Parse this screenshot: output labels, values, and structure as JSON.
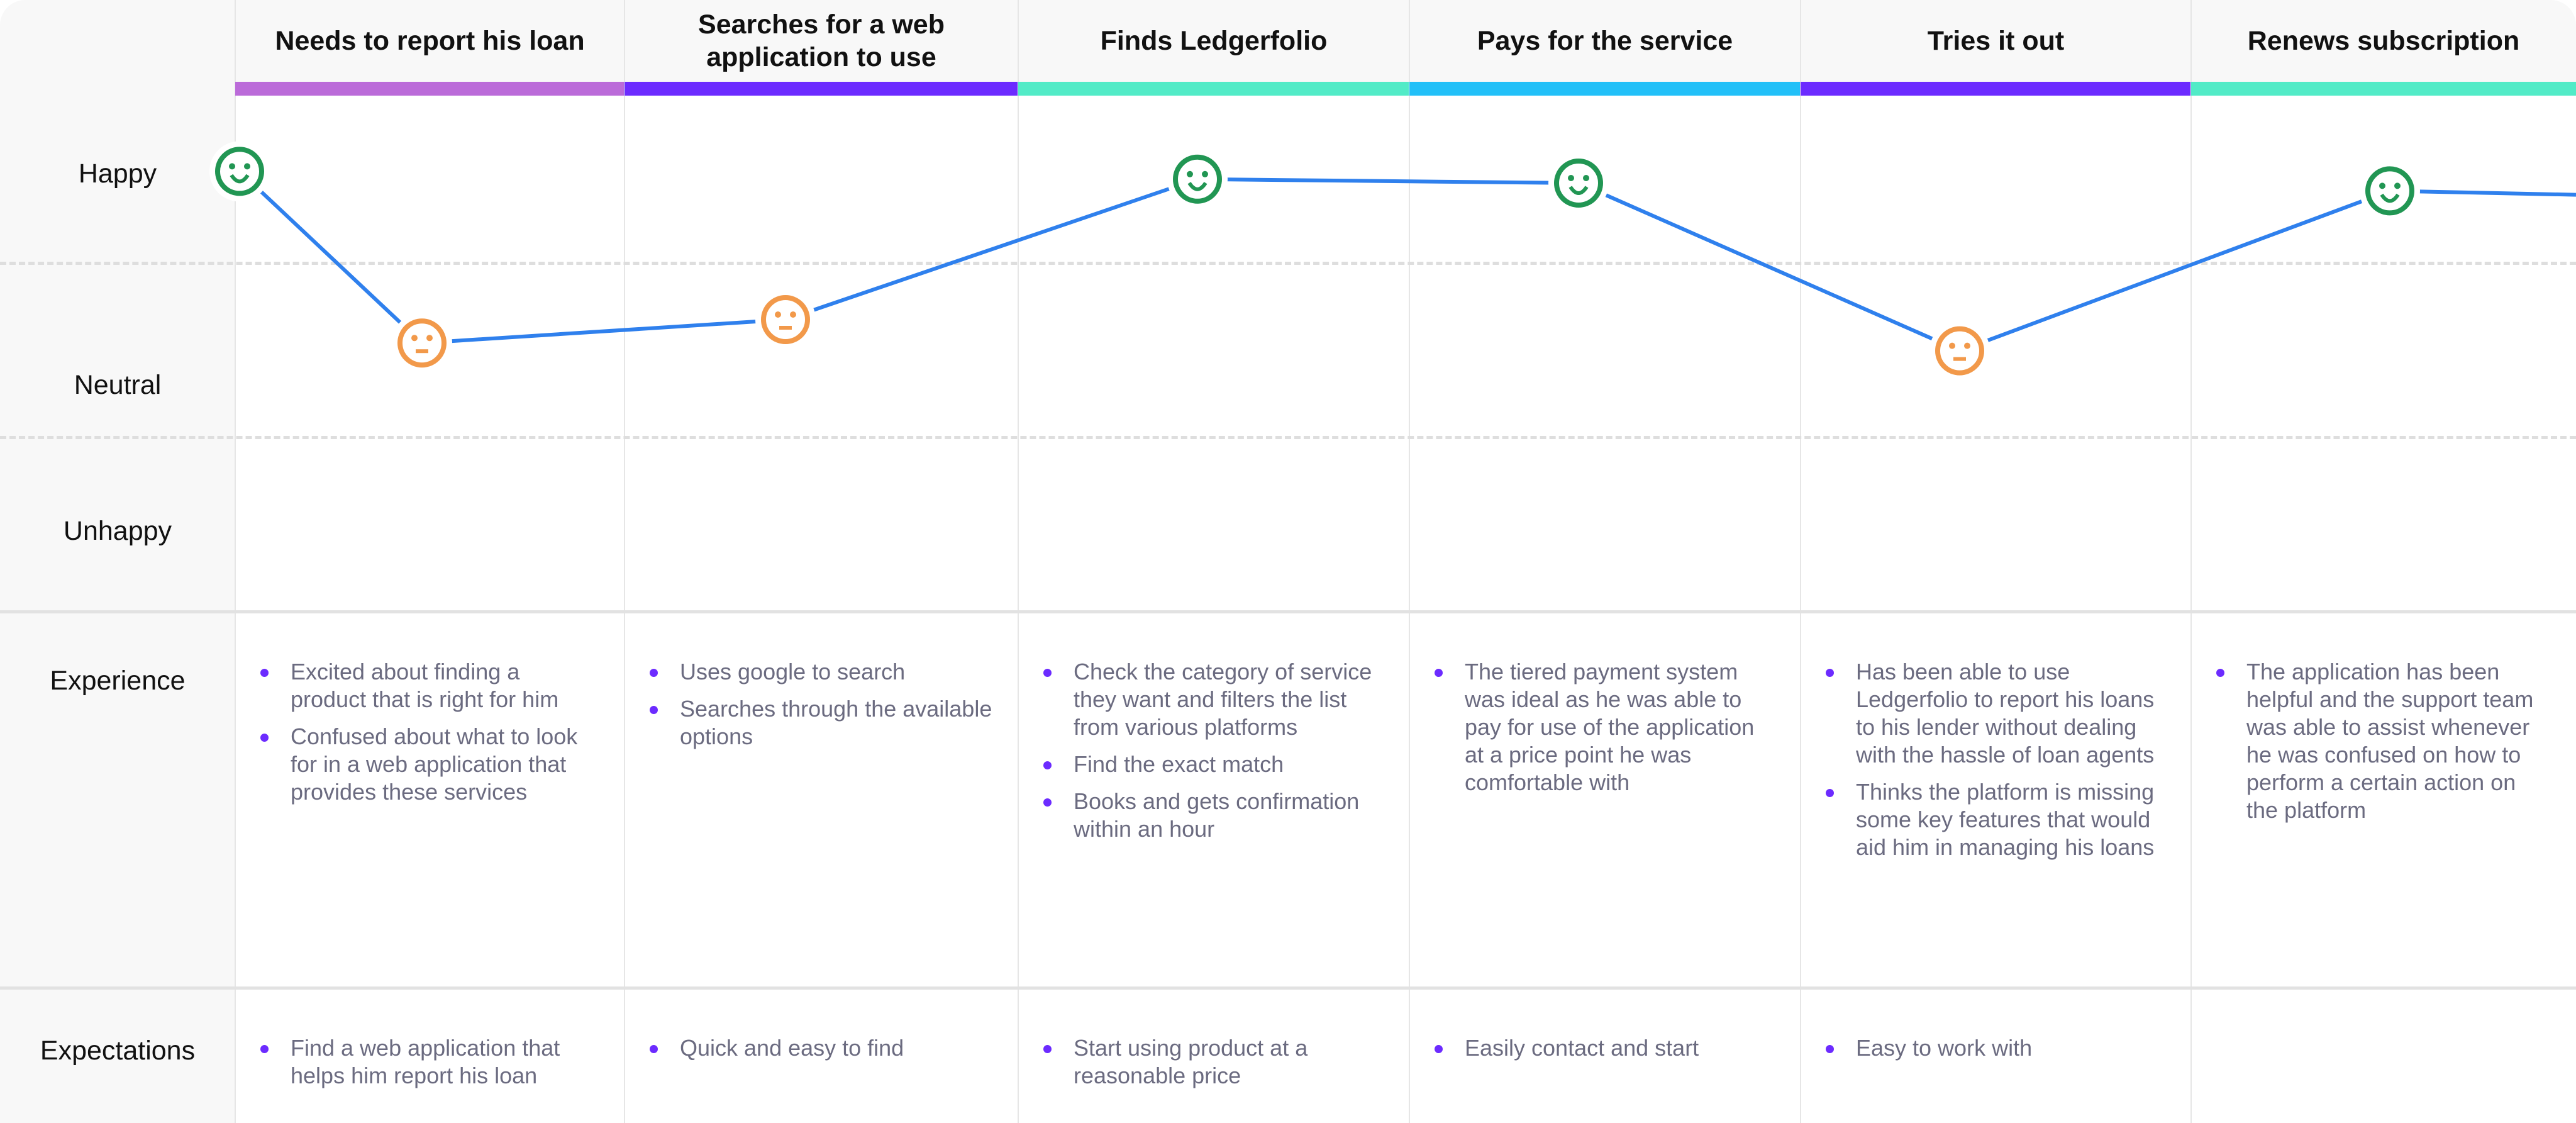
{
  "row_labels": {
    "happy": "Happy",
    "neutral": "Neutral",
    "unhappy": "Unhappy",
    "experience": "Experience",
    "expectations": "Expectations"
  },
  "colors": {
    "line": "#2f80ed",
    "happy": "#219653",
    "neutral": "#f2994a",
    "bullet": "#6c2bff"
  },
  "stages": [
    {
      "title": "Needs to report his loan",
      "color": "#bb6bd9",
      "experience": [
        "Excited about finding a product that is right for him",
        "Confused about what to look for in a web application that provides these services"
      ],
      "expectations": [
        "Find a web application that helps him report his loan"
      ]
    },
    {
      "title": "Searches for a web application to use",
      "color": "#6c2bff",
      "experience": [
        "Uses google to search",
        "Searches through the available options"
      ],
      "expectations": [
        "Quick and easy to find"
      ]
    },
    {
      "title": "Finds Ledgerfolio",
      "color": "#52ebc7",
      "experience": [
        "Check the category of service they want and filters the list from various platforms",
        "Find the exact match",
        "Books and gets confirmation within an hour"
      ],
      "expectations": [
        "Start using product at a reasonable price"
      ]
    },
    {
      "title": "Pays for the service",
      "color": "#22c0f8",
      "experience": [
        "The tiered payment system was ideal as he was able to pay for use of the application at a price point he was comfortable with"
      ],
      "expectations": [
        "Easily contact and start"
      ]
    },
    {
      "title": "Tries it out",
      "color": "#6c2bff",
      "experience": [
        "Has been able to use Ledgerfolio to report his loans to his lender without dealing with the hassle of loan agents",
        "Thinks the platform is missing some key features that would aid him in managing his loans"
      ],
      "expectations": [
        "Easy to work with"
      ]
    },
    {
      "title": "Renews subscription",
      "color": "#52ebc7",
      "experience": [
        "The application has been helpful and the support team was able to assist whenever he was confused on how to perform a certain action on the platform"
      ],
      "expectations": []
    }
  ],
  "emotion_curve": [
    {
      "mood": "happy",
      "score": 0.98
    },
    {
      "mood": "neutral",
      "score": 0.54
    },
    {
      "mood": "neutral",
      "score": 0.6
    },
    {
      "mood": "happy",
      "score": 0.96
    },
    {
      "mood": "happy",
      "score": 0.95
    },
    {
      "mood": "neutral",
      "score": 0.52
    },
    {
      "mood": "happy",
      "score": 0.93
    },
    {
      "mood": "none",
      "score": 0.92
    }
  ]
}
